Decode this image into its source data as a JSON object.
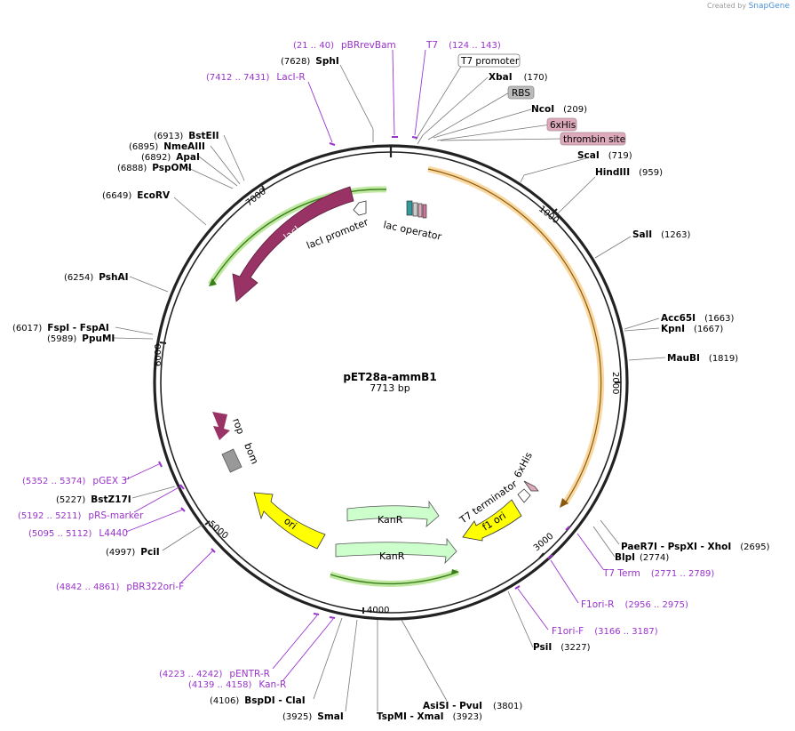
{
  "credit": {
    "prefix": "Created by",
    "brand": "SnapGene"
  },
  "plasmid": {
    "name": "pET28a-ammB1",
    "length_label": "7713 bp"
  },
  "ticks": [
    "1000",
    "2000",
    "3000",
    "4000",
    "5000",
    "6000",
    "7000"
  ],
  "features": {
    "lacI": "lacI",
    "lacI_promoter": "lacI promoter",
    "lac_operator": "lac operator",
    "rop": "rop",
    "bom": "bom",
    "ori": "ori",
    "KanR1": "KanR",
    "KanR2": "KanR",
    "f1ori": "f1 ori",
    "T7_terminator": "T7 terminator",
    "sixHis_lower": "6xHis"
  },
  "boxed": {
    "t7_promoter": "T7 promoter",
    "rbs": "RBS",
    "his6": "6xHis",
    "thrombin": "thrombin site"
  },
  "sites": [
    {
      "pos": "(7628)",
      "name": "SphI"
    },
    {
      "pos": "(170)",
      "name": "XbaI"
    },
    {
      "pos": "(209)",
      "name": "NcoI"
    },
    {
      "pos": "(719)",
      "name": "ScaI"
    },
    {
      "pos": "(959)",
      "name": "HindIII"
    },
    {
      "pos": "(1263)",
      "name": "SalI"
    },
    {
      "pos": "(1663)",
      "name": "Acc65I"
    },
    {
      "pos": "(1667)",
      "name": "KpnI"
    },
    {
      "pos": "(1819)",
      "name": "MauBI"
    },
    {
      "pos": "(2695)",
      "name": "PaeR7I - PspXI - XhoI"
    },
    {
      "pos": "(2774)",
      "name": "BlpI"
    },
    {
      "pos": "(3227)",
      "name": "PsiI"
    },
    {
      "pos": "(3801)",
      "name": "AsiSI - PvuI"
    },
    {
      "pos": "(3923)",
      "name": "TspMI - XmaI"
    },
    {
      "pos": "(3925)",
      "name": "SmaI"
    },
    {
      "pos": "(4106)",
      "name": "BspDI - ClaI"
    },
    {
      "pos": "(4997)",
      "name": "PciI"
    },
    {
      "pos": "(5227)",
      "name": "BstZ17I"
    },
    {
      "pos": "(5989)",
      "name": "PpuMI"
    },
    {
      "pos": "(6017)",
      "name": "FspI - FspAI"
    },
    {
      "pos": "(6254)",
      "name": "PshAI"
    },
    {
      "pos": "(6649)",
      "name": "EcoRV"
    },
    {
      "pos": "(6888)",
      "name": "PspOMI"
    },
    {
      "pos": "(6892)",
      "name": "ApaI"
    },
    {
      "pos": "(6895)",
      "name": "NmeAIII"
    },
    {
      "pos": "(6913)",
      "name": "BstEII"
    }
  ],
  "primers": [
    {
      "pos": "(21 .. 40)",
      "name": "pBRrevBam"
    },
    {
      "pos": "(124 .. 143)",
      "name": "T7"
    },
    {
      "pos": "(7412 .. 7431)",
      "name": "LacI-R"
    },
    {
      "pos": "(2771 .. 2789)",
      "name": "T7 Term"
    },
    {
      "pos": "(2956 .. 2975)",
      "name": "F1ori-R"
    },
    {
      "pos": "(3166 .. 3187)",
      "name": "F1ori-F"
    },
    {
      "pos": "(4223 .. 4242)",
      "name": "pENTR-R"
    },
    {
      "pos": "(4139 .. 4158)",
      "name": "Kan-R"
    },
    {
      "pos": "(5352 .. 5374)",
      "name": "pGEX 3'"
    },
    {
      "pos": "(5192 .. 5211)",
      "name": "pRS-marker"
    },
    {
      "pos": "(5095 .. 5112)",
      "name": "L4440"
    },
    {
      "pos": "(4842 .. 4861)",
      "name": "pBR322ori-F"
    }
  ],
  "colors": {
    "backbone": "#222222",
    "primer": "#9933cc",
    "lacI": "#993366",
    "green_arc": "#6bbf3a",
    "orange_arc": "#f0b040",
    "kanr": "#ccffcc",
    "ori": "#ffff00",
    "bom": "#999999",
    "box_gray": "#bbbbbb",
    "box_pink": "#ddaabb"
  }
}
